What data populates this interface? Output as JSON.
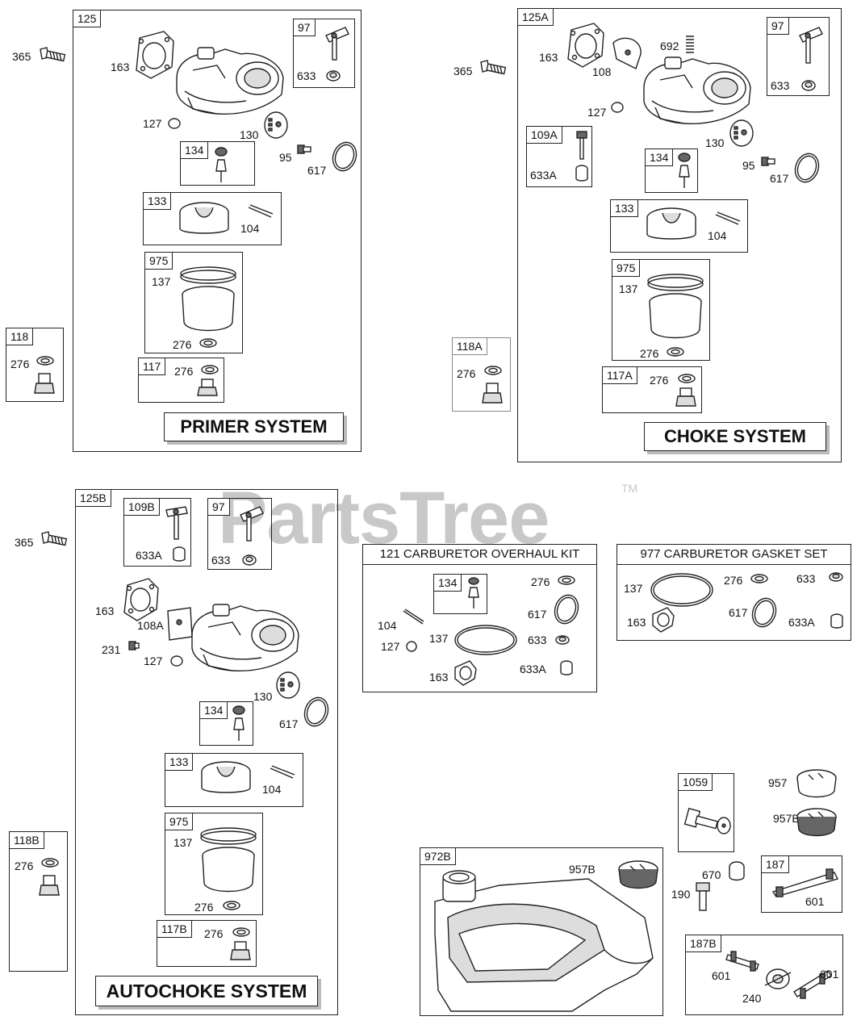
{
  "watermark": "PartsTree",
  "trademark": "TM",
  "primer": {
    "id": "125",
    "title": "PRIMER SYSTEM",
    "labels": [
      "163",
      "127",
      "130",
      "95",
      "617"
    ],
    "sub97": {
      "id": "97",
      "label": "633"
    },
    "sub134": {
      "id": "134"
    },
    "sub133": {
      "id": "133",
      "label": "104"
    },
    "sub975": {
      "id": "975",
      "l1": "137",
      "l2": "276"
    },
    "sub117": {
      "id": "117",
      "label": "276"
    },
    "ext365": "365",
    "ext118": {
      "id": "118",
      "label": "276"
    }
  },
  "choke": {
    "id": "125A",
    "title": "CHOKE SYSTEM",
    "labels": [
      "163",
      "108",
      "692",
      "127",
      "130",
      "95",
      "617"
    ],
    "sub97": {
      "id": "97",
      "label": "633"
    },
    "sub109": {
      "id": "109A",
      "label": "633A"
    },
    "sub134": {
      "id": "134"
    },
    "sub133": {
      "id": "133",
      "label": "104"
    },
    "sub975": {
      "id": "975",
      "l1": "137",
      "l2": "276"
    },
    "sub117": {
      "id": "117A",
      "label": "276"
    },
    "ext365": "365",
    "ext118": {
      "id": "118A",
      "label": "276"
    }
  },
  "autochoke": {
    "id": "125B",
    "title": "AUTOCHOKE SYSTEM",
    "labels": [
      "163",
      "108A",
      "231",
      "127",
      "130",
      "617"
    ],
    "sub109": {
      "id": "109B",
      "label": "633A"
    },
    "sub97": {
      "id": "97",
      "label": "633"
    },
    "sub134": {
      "id": "134"
    },
    "sub133": {
      "id": "133",
      "label": "104"
    },
    "sub975": {
      "id": "975",
      "l1": "137",
      "l2": "276"
    },
    "sub117": {
      "id": "117B",
      "label": "276"
    },
    "ext365": "365",
    "ext118": {
      "id": "118B",
      "label": "276"
    }
  },
  "overhaul": {
    "title": "121 CARBURETOR OVERHAUL KIT",
    "sub134": "134",
    "labels": [
      "276",
      "617",
      "104",
      "127",
      "137",
      "633",
      "163",
      "633A"
    ]
  },
  "gasket": {
    "title": "977 CARBURETOR GASKET SET",
    "labels": [
      "137",
      "276",
      "633",
      "617",
      "163",
      "633A"
    ]
  },
  "tank": {
    "id": "972B",
    "label": "957B"
  },
  "misc": {
    "box1059": "1059",
    "l957": "957",
    "l957b": "957B",
    "l670": "670",
    "l190": "190",
    "box187": {
      "id": "187",
      "label": "601"
    },
    "box187b": {
      "id": "187B",
      "l1": "601",
      "l2": "601",
      "l3": "240"
    }
  }
}
